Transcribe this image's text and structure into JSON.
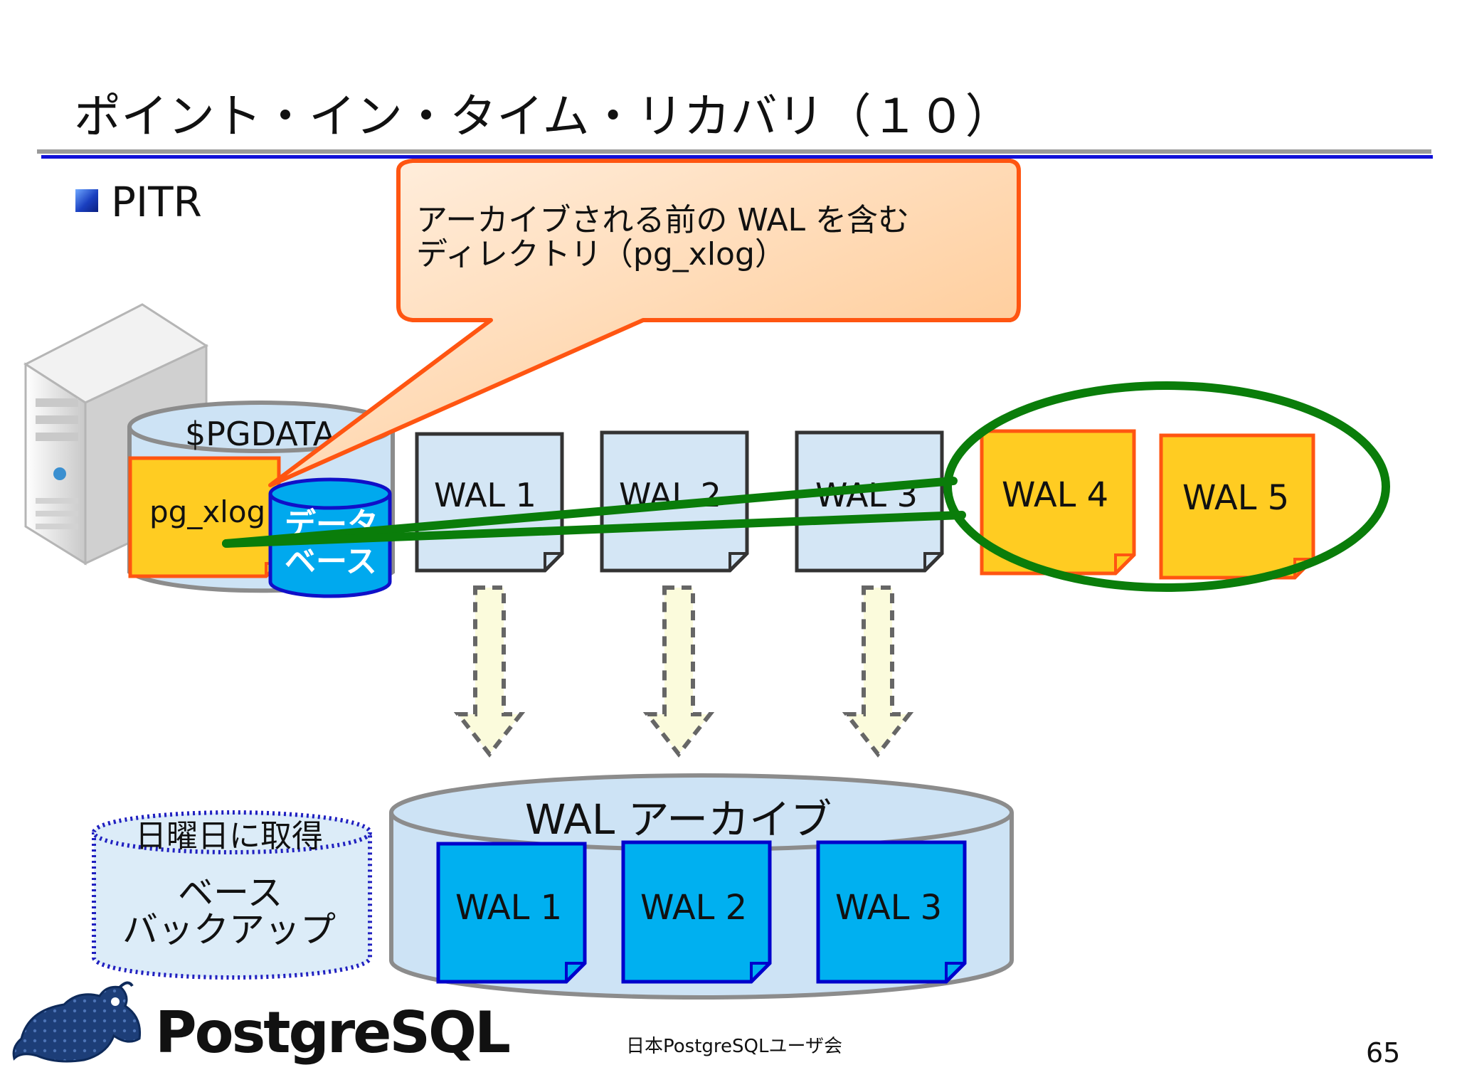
{
  "slide": {
    "title": "ポイント・イン・タイム・リカバリ（１０）",
    "bullet": "PITR",
    "callout": {
      "line1": "アーカイブされる前の WAL を含む",
      "line2": "ディレクトリ（pg_xlog）"
    },
    "server": {
      "pgdata_label": "$PGDATA",
      "pg_xlog_label": "pg_xlog",
      "database_label_1": "データ",
      "database_label_2": "ベース"
    },
    "wal_files": [
      "WAL 1",
      "WAL 2",
      "WAL 3"
    ],
    "unarchived_wal": [
      "WAL 4",
      "WAL 5"
    ],
    "archive": {
      "label": "WAL アーカイブ",
      "files": [
        "WAL 1",
        "WAL 2",
        "WAL 3"
      ]
    },
    "base_backup": {
      "label_top": "日曜日に取得",
      "label_1": "ベース",
      "label_2": "バックアップ"
    },
    "footer": {
      "logo_text": "PostgreSQL",
      "organization": "日本PostgreSQLユーザ会",
      "page_number": "65"
    },
    "colors": {
      "wal_fill": "#d4e6f5",
      "wal_new_fill": "#ffcc22",
      "wal_new_border": "#ff5511",
      "archive_file_fill": "#00b0f0",
      "archive_file_border": "#0000cc",
      "ellipse": "#0a7d0a",
      "title_rule": "#1010d8"
    }
  }
}
